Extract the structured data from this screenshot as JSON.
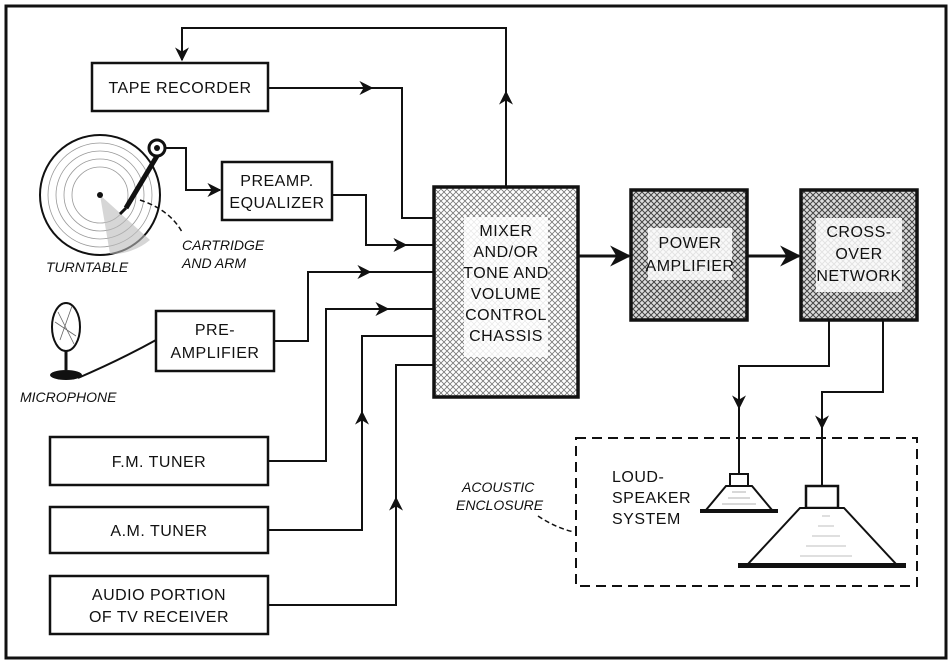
{
  "blocks": {
    "tape_recorder": "TAPE RECORDER",
    "preamp_equalizer": [
      "PREAMP.",
      "EQUALIZER"
    ],
    "pre_amplifier": [
      "PRE-",
      "AMPLIFIER"
    ],
    "fm_tuner": "F.M. TUNER",
    "am_tuner": "A.M. TUNER",
    "audio_tv": [
      "AUDIO PORTION",
      "OF TV RECEIVER"
    ],
    "mixer": [
      "MIXER",
      "AND/OR",
      "TONE AND",
      "VOLUME",
      "CONTROL",
      "CHASSIS"
    ],
    "power_amplifier": [
      "POWER",
      "AMPLIFIER"
    ],
    "crossover": [
      "CROSS-",
      "OVER",
      "NETWORK"
    ],
    "loudspeaker_system": [
      "LOUD-",
      "SPEAKER",
      "SYSTEM"
    ]
  },
  "labels": {
    "turntable": "TURNTABLE",
    "cartridge_arm": [
      "CARTRIDGE",
      "AND ARM"
    ],
    "microphone": "MICROPHONE",
    "acoustic_enclosure": [
      "ACOUSTIC",
      "ENCLOSURE"
    ]
  }
}
